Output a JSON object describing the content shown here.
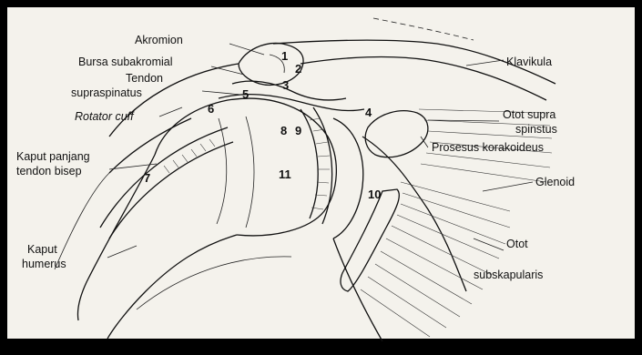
{
  "labels": {
    "akromion": "Akromion",
    "bursa": "Bursa subakromial",
    "tendon_line1": "Tendon",
    "tendon_line2": "supraspinatus",
    "rotator": "Rotator cuff",
    "kaput_panjang_line1": "Kaput panjang",
    "kaput_panjang_line2": "tendon bisep",
    "kaput_humerus_line1": "Kaput",
    "kaput_humerus_line2": "humerus",
    "klavikula": "Klavikula",
    "otot_supra_line1": "Otot supra",
    "otot_supra_line2": "spinstus",
    "prosesus": "Prosesus korakoideus",
    "glenoid": "Glenoid",
    "otot_sub_line1": "Otot",
    "otot_sub_line2": "subskapularis"
  },
  "numbers": {
    "n1": "1",
    "n2": "2",
    "n3": "3",
    "n4": "4",
    "n5": "5",
    "n6": "6",
    "n7": "7",
    "n8": "8",
    "n9": "9",
    "n10": "10",
    "n11": "11"
  }
}
